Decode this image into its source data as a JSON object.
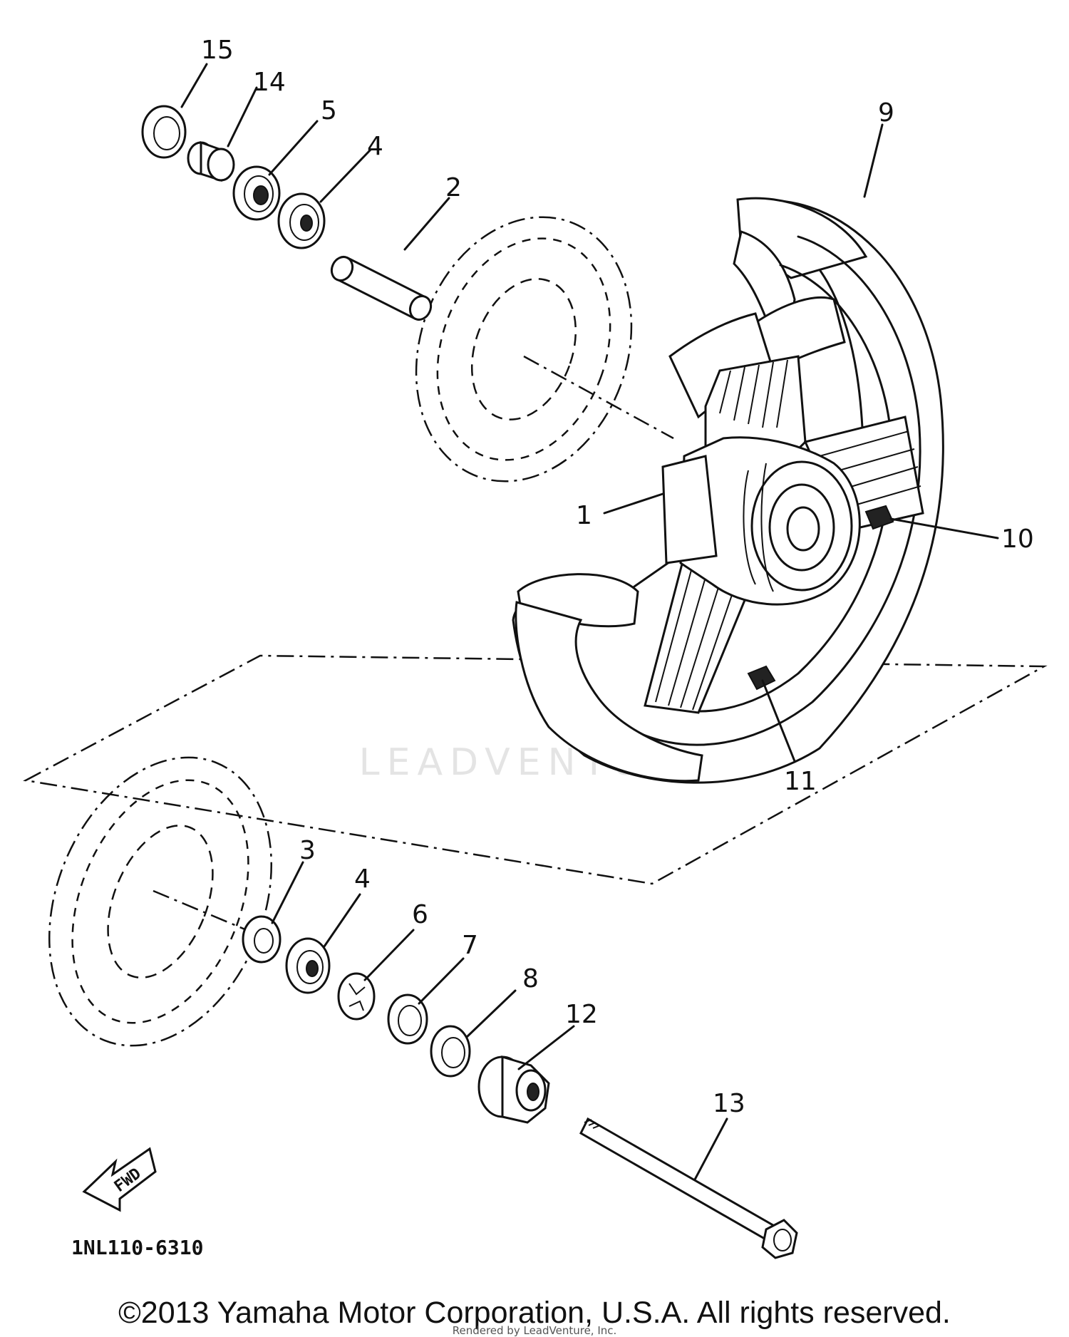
{
  "diagram": {
    "part_number_code": "1NL110-6310",
    "fwd_label": "FWD",
    "callouts": {
      "c1": "1",
      "c2": "2",
      "c3": "3",
      "c4a": "4",
      "c4b": "4",
      "c5": "5",
      "c6": "6",
      "c7": "7",
      "c8": "8",
      "c9": "9",
      "c10": "10",
      "c11": "11",
      "c12": "12",
      "c13": "13",
      "c14": "14",
      "c15": "15"
    }
  },
  "footer": {
    "copyright": "©2013 Yamaha Motor Corporation, U.S.A. All rights reserved.",
    "render_credit": "Rendered by LeadVenture, Inc."
  },
  "watermark": {
    "text": "LEADVENTURE"
  }
}
